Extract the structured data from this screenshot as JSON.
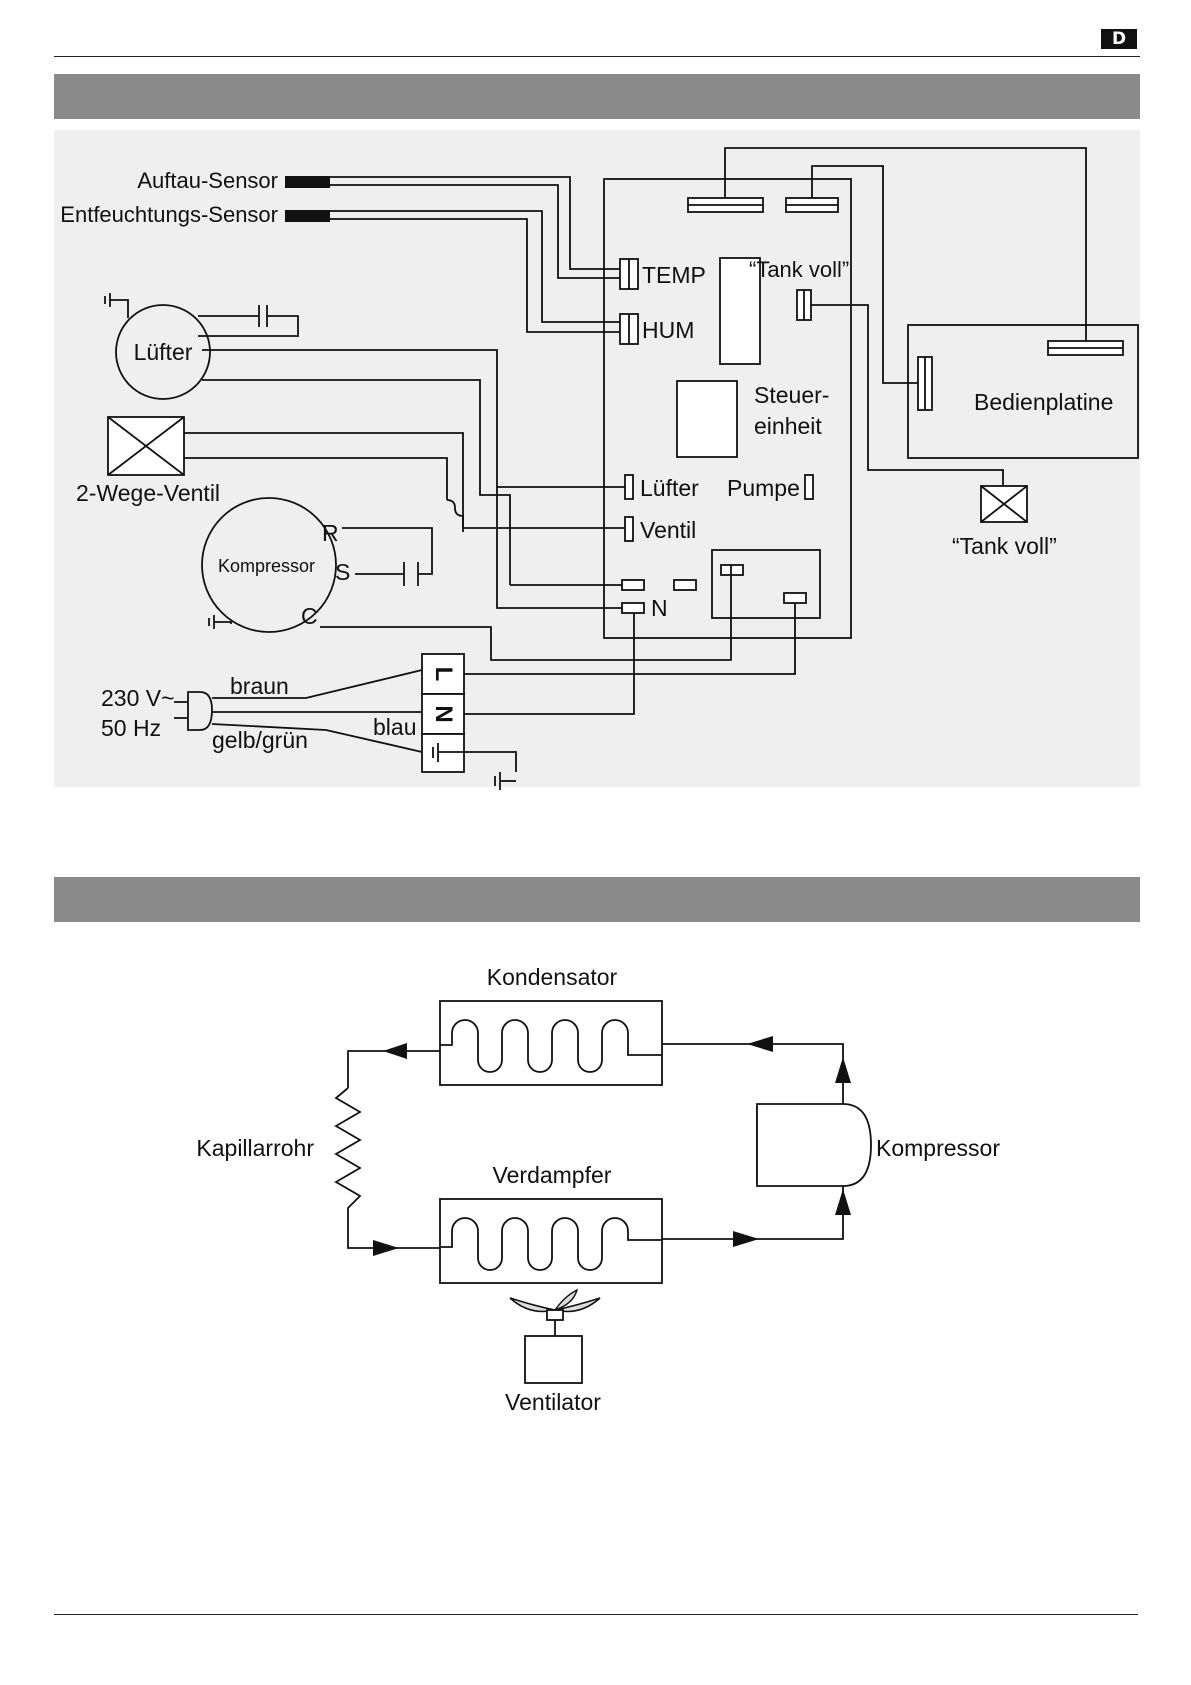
{
  "header": {
    "language_badge": "D"
  },
  "wiring": {
    "defrost_sensor": "Auftau-Sensor",
    "dehumid_sensor": "Entfeuchtungs-Sensor",
    "temp_port": "TEMP",
    "hum_port": "HUM",
    "tank_full_port": "“Tank voll”",
    "fan": "Lüfter",
    "control_unit_line1": "Steuer-",
    "control_unit_line2": "einheit",
    "control_panel": "Bedienplatine",
    "valve": "2-Wege-Ventil",
    "fan_port": "Lüfter",
    "pump_port": "Pumpe",
    "valve_port": "Ventil",
    "n_port": "N",
    "tank_full_switch": "“Tank voll”",
    "compressor": "Kompressor",
    "terminal_r": "R",
    "terminal_s": "S",
    "terminal_c": "C",
    "voltage": "230 V~",
    "frequency": "50 Hz",
    "wire_brown": "braun",
    "wire_blue": "blau",
    "wire_yellow_green": "gelb/grün",
    "terminal_l": "L",
    "terminal_n": "N"
  },
  "refrigeration": {
    "condenser": "Kondensator",
    "capillary_tube": "Kapillarrohr",
    "compressor": "Kompressor",
    "evaporator": "Verdampfer",
    "fan": "Ventilator"
  }
}
